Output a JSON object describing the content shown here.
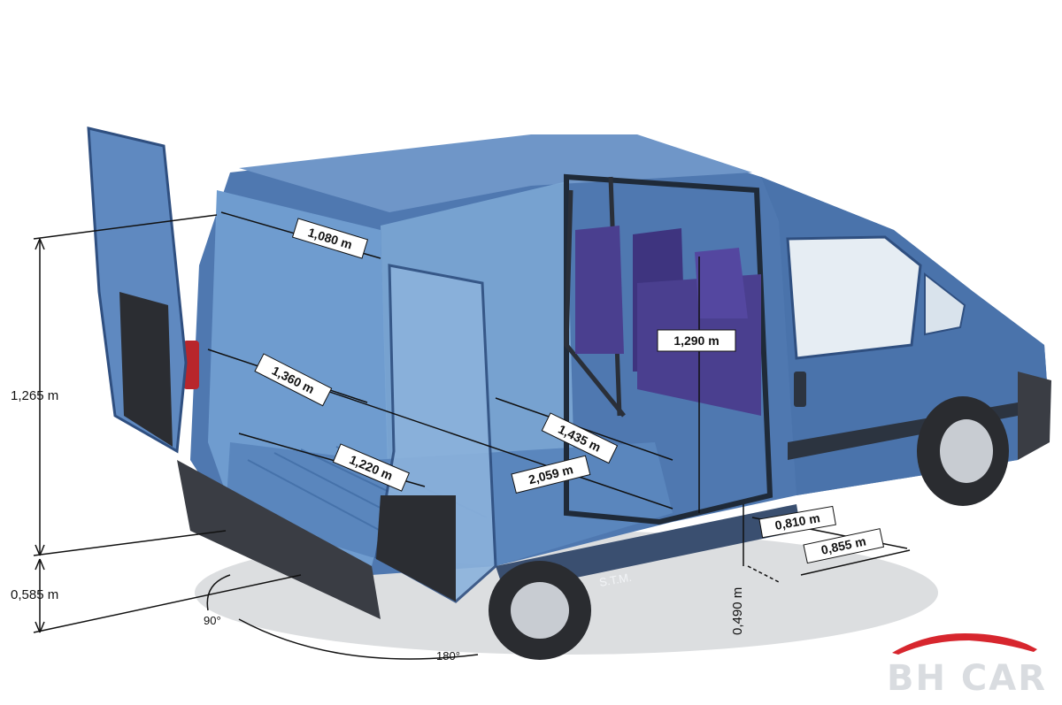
{
  "diagram": {
    "labels": {
      "rear_height": "1,265 m",
      "sill_height": "0,585 m",
      "roof_width": "1,080 m",
      "diag_length": "1,360 m",
      "floor_width": "1,220 m",
      "floor_length": "2,059 m",
      "mid_width": "1,435 m",
      "side_height": "1,290 m",
      "side_door_width": "0,810 m",
      "side_door_outer": "0,855 m",
      "step_height": "0,490 m",
      "angle_90": "90°",
      "angle_180": "180°",
      "plate": "S.T.M."
    },
    "logo": {
      "text": "BH CAR",
      "mark": "car-silhouette"
    },
    "colors": {
      "body": "#4f78b0",
      "body_dark": "#2f4f80",
      "interior": "#6f9ccf",
      "seat": "#4a3f8f",
      "bumper": "#3a3d44",
      "glass": "#e6edf3",
      "accent": "#d7262e"
    }
  }
}
